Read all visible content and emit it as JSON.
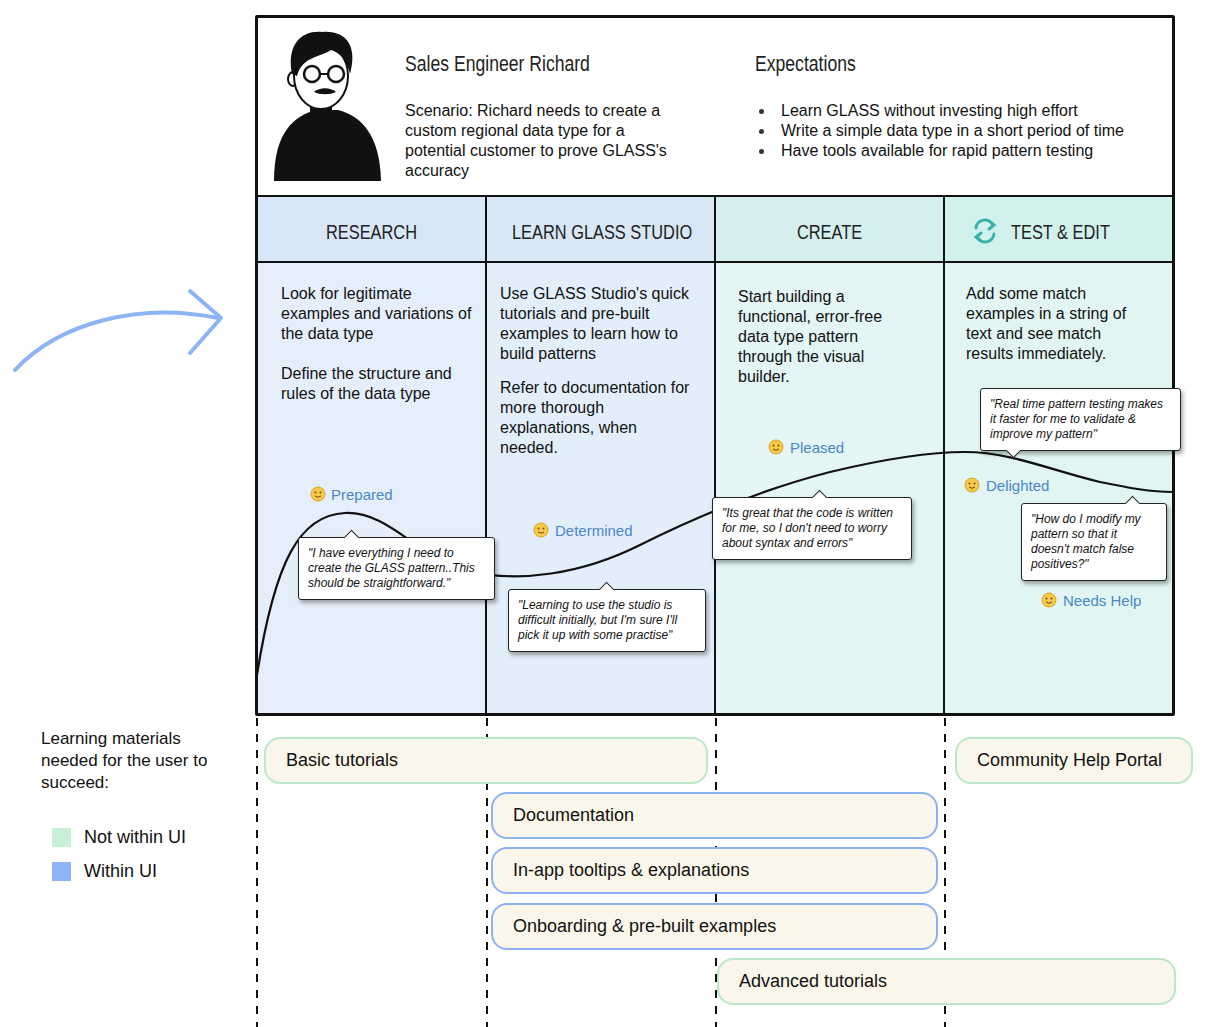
{
  "diagram": {
    "nodes": [
      {
        "text": [
          "Sales Engineer Richard",
          "Scenario: Richard needs to create a custom regional data type for a potential customer to prove GLASS's accuracy",
          "Expectations",
          "Learn GLASS without investing high effort",
          "Write a simple data type in a short period of time",
          "Have tools available for rapid pattern testing"
        ]
      },
      {
        "text": [
          "RESEARCH",
          "Look for legitimate examples and variations of the data type",
          "Define the structure and rules of the data type"
        ]
      },
      {
        "text": [
          "LEARN GLASS STUDIO",
          "Use GLASS Studio's quick tutorials and pre-built examples to learn how to build patterns",
          "Refer to documentation for more thorough explanations, when needed."
        ]
      },
      {
        "text": [
          "CREATE",
          "Start building a functional, error-free data type pattern through the visual builder."
        ]
      },
      {
        "text": [
          "TEST & EDIT",
          "Add some match examples in a string of text and see match results immediately."
        ]
      },
      {
        "text": [
          "\"I have everything I need to create the GLASS pattern..This should be straightforward.\""
        ],
        "in": 1
      },
      {
        "text": [
          "\"Learning to use the studio is difficult initially, but I'm sure I'll pick it up with some practise\""
        ],
        "in": 2
      },
      {
        "text": [
          "\"Its great that the code is written for me, so I don't need to worry about syntax and errors\""
        ],
        "in": 3
      },
      {
        "text": [
          "\"Real time pattern testing makes it faster for me to validate & improve my pattern\""
        ],
        "in": 4
      },
      {
        "text": [
          "\"How do I modify my pattern so that it doesn't match false positives?\""
        ],
        "in": 4
      },
      {
        "text": [
          "Basic tutorials"
        ]
      },
      {
        "text": [
          "Community Help Portal"
        ]
      },
      {
        "text": [
          "Documentation"
        ]
      },
      {
        "text": [
          "In-app tooltips & explanations"
        ]
      },
      {
        "text": [
          "Onboarding & pre-built examples"
        ]
      },
      {
        "text": [
          "Advanced tutorials"
        ]
      }
    ],
    "labels": [
      "Prepared",
      "Determined",
      "Pleased",
      "Delighted",
      "Needs Help",
      "Learning materials needed for the user to succeed:"
    ],
    "legend": [
      {
        "text": "Not within UI",
        "color": "#c8f0d6"
      },
      {
        "text": "Within UI",
        "color": "#8db4f5"
      }
    ]
  }
}
